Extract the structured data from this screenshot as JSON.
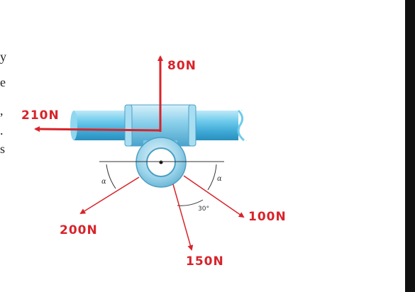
{
  "left_edge_text": [
    "y",
    "e",
    ",",
    ".",
    "s"
  ],
  "forces": {
    "up": "80N",
    "left": "210N",
    "lower_left": "200N",
    "bottom": "150N",
    "lower_right": "100N"
  },
  "angles": {
    "left": "α",
    "right": "α",
    "between": "30°"
  },
  "colors": {
    "force_arrow": "#d8232a",
    "pipe": "#5fc3e6",
    "ring": "#7fc9e4",
    "right_border": "#111111"
  }
}
